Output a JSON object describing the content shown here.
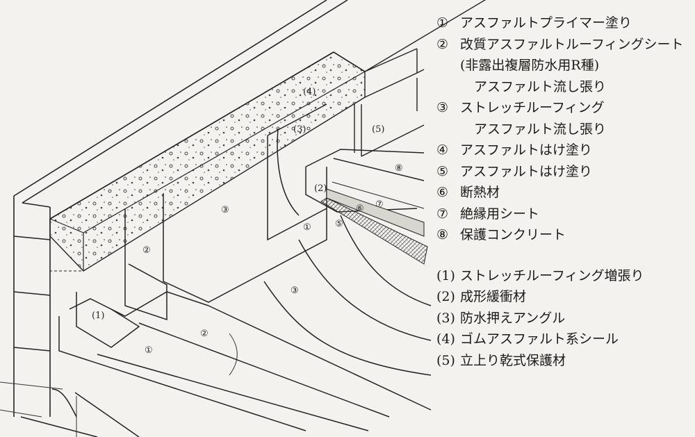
{
  "legend_main": [
    {
      "num": "①",
      "text": "アスファルトプライマー塗り"
    },
    {
      "num": "②",
      "text": "改質アスファルトルーフィングシート"
    },
    {
      "num": "",
      "text": "(非露出複層防水用R種)",
      "indent": 1
    },
    {
      "num": "",
      "text": "アスファルト流し張り",
      "indent": 2
    },
    {
      "num": "③",
      "text": "ストレッチルーフィング"
    },
    {
      "num": "",
      "text": "アスファルト流し張り",
      "indent": 2
    },
    {
      "num": "④",
      "text": "アスファルトはけ塗り"
    },
    {
      "num": "⑤",
      "text": "アスファルトはけ塗り"
    },
    {
      "num": "⑥",
      "text": "断熱材"
    },
    {
      "num": "⑦",
      "text": "絶縁用シート"
    },
    {
      "num": "⑧",
      "text": "保護コンクリート"
    }
  ],
  "legend_sub": [
    {
      "num": "(1)",
      "text": "ストレッチルーフィング増張り"
    },
    {
      "num": "(2)",
      "text": "成形緩衝材"
    },
    {
      "num": "(3)",
      "text": "防水押えアングル"
    },
    {
      "num": "(4)",
      "text": "ゴムアスファルト系シール"
    },
    {
      "num": "(5)",
      "text": "立上り乾式保護材"
    }
  ],
  "callouts": {
    "c1": "①",
    "c2": "②",
    "c3a": "③",
    "c3b": "③",
    "c2b": "②",
    "c1b": "①",
    "c5": "⑤",
    "c6": "⑥",
    "c7": "⑦",
    "c8": "⑧",
    "p1": "(1)",
    "p2": "(2)",
    "p3": "(3)",
    "p4": "(4)",
    "p5": "(5)"
  }
}
